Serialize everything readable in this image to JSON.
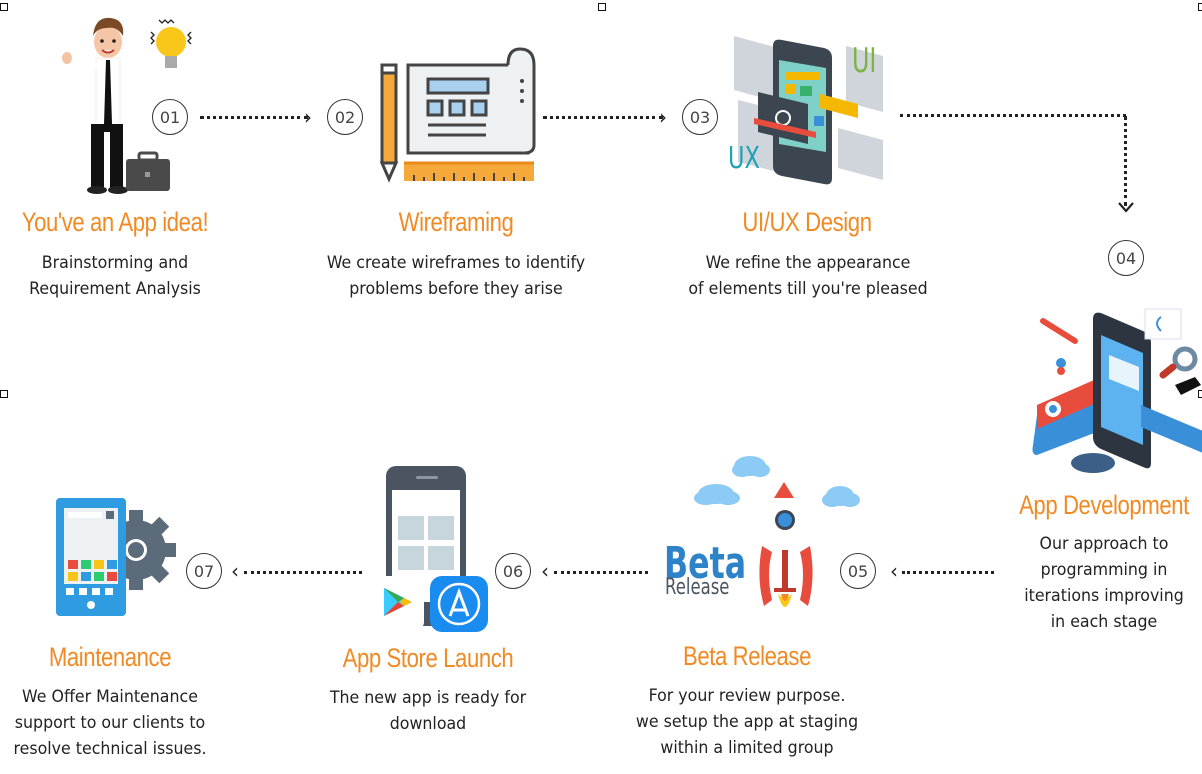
{
  "diagram": {
    "title": "App Development Process",
    "steps": [
      {
        "number": "01",
        "title": "You've an App idea!",
        "description": [
          "Brainstorming and",
          "Requirement Analysis"
        ],
        "icon": "businessman-lightbulb-icon"
      },
      {
        "number": "02",
        "title": "Wireframing",
        "description": [
          "We create wireframes to identify",
          "problems before they arise"
        ],
        "icon": "blueprint-pencil-icon"
      },
      {
        "number": "03",
        "title": "UI/UX Design",
        "description": [
          "We refine the appearance",
          "of elements till you're pleased"
        ],
        "icon": "ui-ux-phone-icon",
        "icon_labels": {
          "ui": "UI",
          "ux": "UX"
        }
      },
      {
        "number": "04",
        "title": "App Development",
        "description": [
          "Our approach to",
          "programming in",
          "iterations improving",
          "in each stage"
        ],
        "icon": "isometric-phone-dev-icon"
      },
      {
        "number": "05",
        "title": "Beta Release",
        "description": [
          "For your review purpose.",
          "we setup the app at staging",
          "within a limited group"
        ],
        "icon": "rocket-beta-icon",
        "icon_labels": {
          "beta": "Beta",
          "release": "Release"
        }
      },
      {
        "number": "06",
        "title": "App Store Launch",
        "description": [
          "The new app is ready for",
          "download"
        ],
        "icon": "app-store-phone-icon"
      },
      {
        "number": "07",
        "title": "Maintenance",
        "description": [
          "We Offer Maintenance",
          "support to our clients to",
          "resolve technical issues."
        ],
        "icon": "phone-gear-icon"
      }
    ],
    "connections": [
      {
        "from": "01",
        "to": "02",
        "direction": "right"
      },
      {
        "from": "02",
        "to": "03",
        "direction": "right"
      },
      {
        "from": "03",
        "to": "04",
        "direction": "down"
      },
      {
        "from": "04",
        "to": "05",
        "direction": "left"
      },
      {
        "from": "05",
        "to": "06",
        "direction": "left"
      },
      {
        "from": "06",
        "to": "07",
        "direction": "left"
      }
    ],
    "colors": {
      "title": "#f08a24",
      "text": "#222222",
      "accent_blue": "#3a8fd9",
      "accent_orange": "#f6a93b",
      "accent_red": "#e74c3c"
    }
  }
}
